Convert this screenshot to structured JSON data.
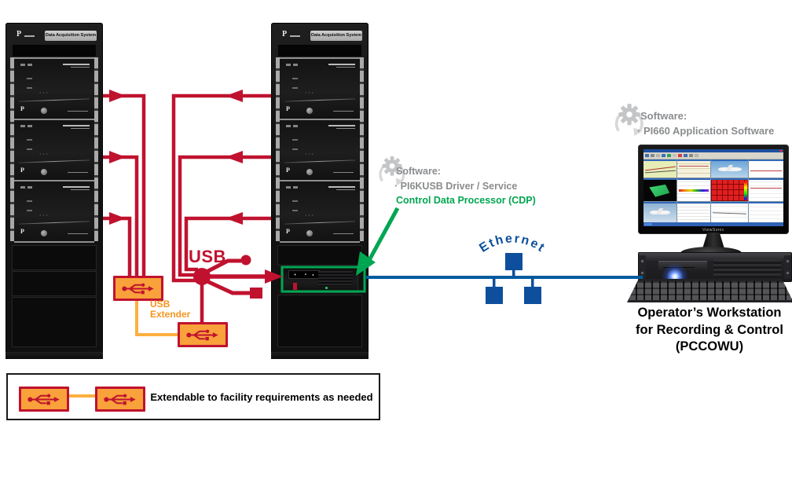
{
  "brand": {
    "logo_letter": "P"
  },
  "racks": [
    {
      "header": "Data Acquisition System"
    },
    {
      "header": "Data Acquisition System"
    }
  ],
  "usb": {
    "hub_label": "USB",
    "extender_label": "USB Extender"
  },
  "annotations": {
    "cdp": {
      "title": "Software:",
      "driver": "· PI6KUSB Driver / Service",
      "processor": "Control Data Processor (CDP)"
    },
    "workstation": {
      "title": "Software:",
      "app": "· PI660 Application Software"
    }
  },
  "ethernet": {
    "label": "Ethernet"
  },
  "workstation": {
    "caption_line1": "Operator’s Workstation",
    "caption_line2": "for Recording & Control",
    "caption_line3": "(PCCOWU)",
    "monitor_brand": "ViewSonic"
  },
  "legend": {
    "text": "Extendable to facility requirements as needed"
  },
  "colors": {
    "usb_red": "#c0122f",
    "extender_orange": "#f9a13a",
    "extender_line_yellow": "#fbb040",
    "extender_text_orange": "#f7941e",
    "ethernet_blue": "#005b9e",
    "ethernet_node_blue": "#0d4f9c",
    "cdp_green": "#00a651",
    "software_gray": "#8a8c8e"
  }
}
